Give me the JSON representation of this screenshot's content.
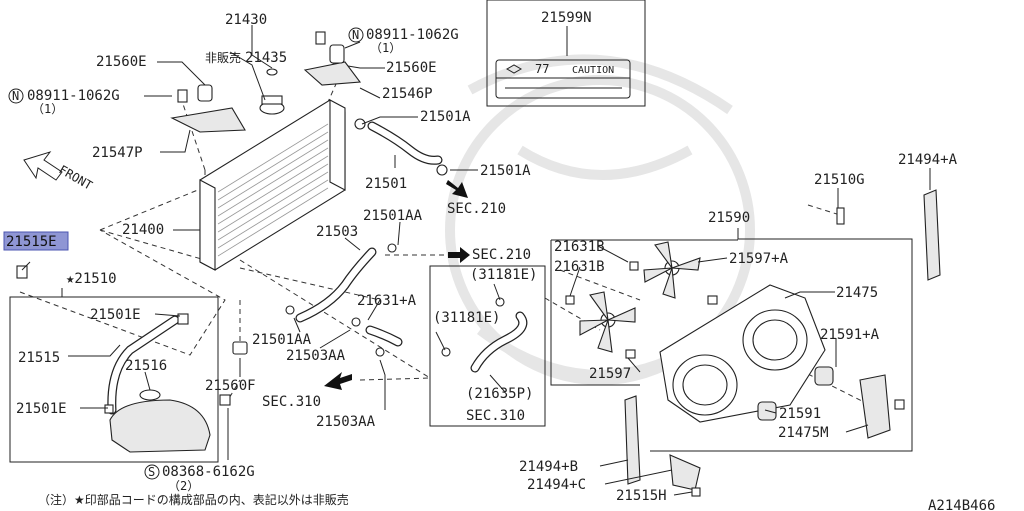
{
  "diagram_id": "A214B466",
  "footnote": "（注）★印部品コードの構成部品の内、表記以外は非販売",
  "front_label": "FRONT",
  "caution_label": {
    "code": "21599N",
    "number": "77",
    "text": "CAUTION"
  },
  "parts": {
    "p21430": "21430",
    "p21435": "21435",
    "not_for_sale": "非販売",
    "p21560E_left": "21560E",
    "p21560E_right": "21560E",
    "bolt_top_right": "08911-1062G",
    "bolt_top_right_qty": "（1）",
    "bolt_left": "08911-1062G",
    "bolt_left_qty": "（1）",
    "p21546P": "21546P",
    "p21547P": "21547P",
    "p21501A_top": "21501A",
    "p21501A_mid": "21501A",
    "p21501": "21501",
    "sec210_a": "SEC.210",
    "sec210_b": "SEC.210",
    "p21400": "21400",
    "p21515E": "21515E",
    "p21510": "★21510",
    "p21501E_top": "21501E",
    "p21501E_bottom": "21501E",
    "p21515": "21515",
    "p21516": "21516",
    "p21501AA_top": "21501AA",
    "p21501AA_bottom": "21501AA",
    "p21503": "21503",
    "p21503AA_a": "21503AA",
    "p21503AA_b": "21503AA",
    "p21631A": "21631+A",
    "p31181E_a": "(31181E)",
    "p31181E_b": "(31181E)",
    "p21635P": "(21635P)",
    "sec310_a": "SEC.310",
    "sec310_b": "SEC.310",
    "p21560F": "21560F",
    "screw_bottom": "08368-6162G",
    "screw_bottom_qty": "（2）",
    "p21590": "21590",
    "p21510G": "21510G",
    "p21494A": "21494+A",
    "p21631B_a": "21631B",
    "p21631B_b": "21631B",
    "p21597A": "21597+A",
    "p21475": "21475",
    "p21591A": "21591+A",
    "p21597": "21597",
    "p21591": "21591",
    "p21475M": "21475M",
    "p21494B": "21494+B",
    "p21494C": "21494+C",
    "p21515H": "21515H"
  }
}
